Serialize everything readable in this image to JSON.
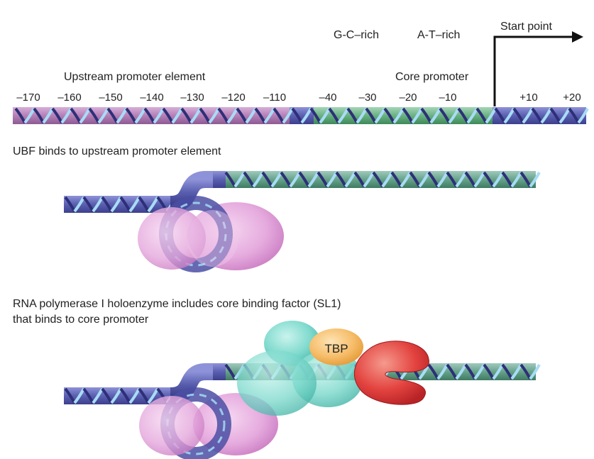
{
  "top_panel": {
    "gc_label": "G-C–rich",
    "at_label": "A-T–rich",
    "start_label": "Start point",
    "upstream_label": "Upstream promoter element",
    "core_label": "Core promoter",
    "ticks": [
      "–170",
      "–160",
      "–150",
      "–140",
      "–130",
      "–120",
      "–110",
      "–40",
      "–30",
      "–20",
      "–10",
      "+10",
      "+20"
    ]
  },
  "middle_panel": {
    "caption": "UBF binds to upstream promoter element"
  },
  "bottom_panel": {
    "caption_line1": "RNA polymerase I holoenzyme includes core binding factor (SL1)",
    "caption_line2": "that binds to core promoter",
    "tbp_label": "TBP"
  },
  "colors": {
    "dna_blue": "#5a5fb0",
    "strand_dark": "#2e2f78",
    "strand_light": "#9fd4f2",
    "upstream_pink": "#c585b8",
    "core_green": "#6cc07a",
    "ubf_pink": "#d98ed2",
    "sl1_teal": "#6fd3c6",
    "tbp_orange": "#f4b35a",
    "pol_red": "#e0383a"
  }
}
